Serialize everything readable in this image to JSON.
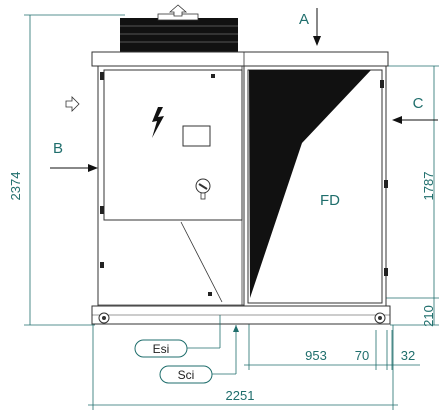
{
  "dimensions": {
    "height_total": "2374",
    "height_coil": "1787",
    "base_offset": "210",
    "width_total": "2251",
    "seg_953": "953",
    "seg_70": "70",
    "seg_32": "32"
  },
  "airflow_labels": {
    "a": "A",
    "b": "B",
    "c": "C"
  },
  "coil_label": "FD",
  "connections": {
    "esi": "Esi",
    "sci": "Sci"
  },
  "colors": {
    "dimension": "#1f6e6c",
    "outline": "#333333",
    "coil_fill": "#111111"
  }
}
